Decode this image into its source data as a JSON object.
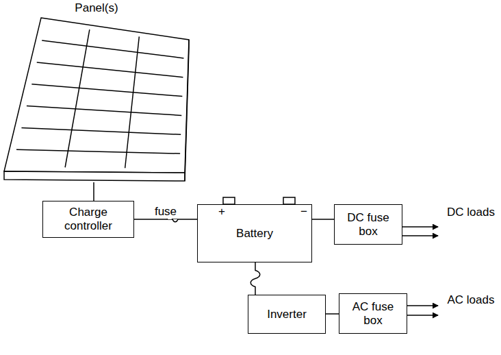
{
  "diagram": {
    "nodes": [
      {
        "text": [
          "Panel(s)"
        ]
      },
      {
        "text": [
          "Charge controller"
        ]
      },
      {
        "text": [
          "+",
          "−",
          "Battery"
        ]
      },
      {
        "text": [
          "DC fuse box"
        ]
      },
      {
        "text": [
          "Inverter"
        ]
      },
      {
        "text": [
          "AC fuse box"
        ]
      }
    ],
    "edges": [
      {
        "from": 0,
        "to": 1,
        "arrow": "none"
      },
      {
        "from": 1,
        "to": 2,
        "label": "fuse",
        "arrow": "none"
      },
      {
        "from": 2,
        "to": 3,
        "arrow": "none"
      },
      {
        "from": 2,
        "to": 4,
        "arrow": "none"
      },
      {
        "from": 4,
        "to": 5,
        "arrow": "none"
      }
    ],
    "labels": [
      "DC loads",
      "AC loads"
    ]
  }
}
